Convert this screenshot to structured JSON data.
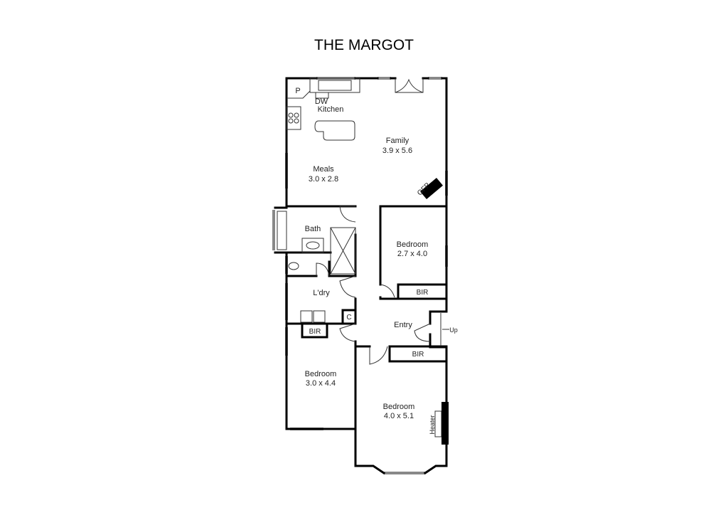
{
  "title": "THE MARGOT",
  "rooms": {
    "pantry": "P",
    "dishwasher": "DW",
    "kitchen": "Kitchen",
    "family": {
      "name": "Family",
      "size": "3.9 x 5.6"
    },
    "meals": {
      "name": "Meals",
      "size": "3.0 x 2.8"
    },
    "ofp": "OFP",
    "bath": "Bath",
    "bedroom2": {
      "name": "Bedroom",
      "size": "2.7 x 4.0"
    },
    "laundry": "L'dry",
    "cupboard": "C",
    "bir1": "BIR",
    "bir2": "BIR",
    "bir3": "BIR",
    "entry": "Entry",
    "up": "Up",
    "bedroom3": {
      "name": "Bedroom",
      "size": "3.0 x 4.4"
    },
    "bedroom1": {
      "name": "Bedroom",
      "size": "4.0 x 5.1"
    },
    "heater": "Heater"
  }
}
